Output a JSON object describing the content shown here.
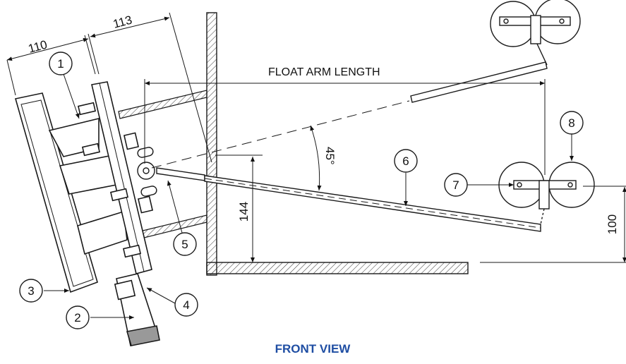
{
  "title": "FRONT VIEW",
  "colors": {
    "title": "#1f4ea3",
    "line": "#1a1a1a"
  },
  "dimensions": {
    "d110": "110",
    "d113": "113",
    "float_arm_length": "FLOAT ARM LENGTH",
    "angle": "45°",
    "d144": "144",
    "d100": "100"
  },
  "callouts": [
    "1",
    "2",
    "3",
    "4",
    "5",
    "6",
    "7",
    "8"
  ]
}
